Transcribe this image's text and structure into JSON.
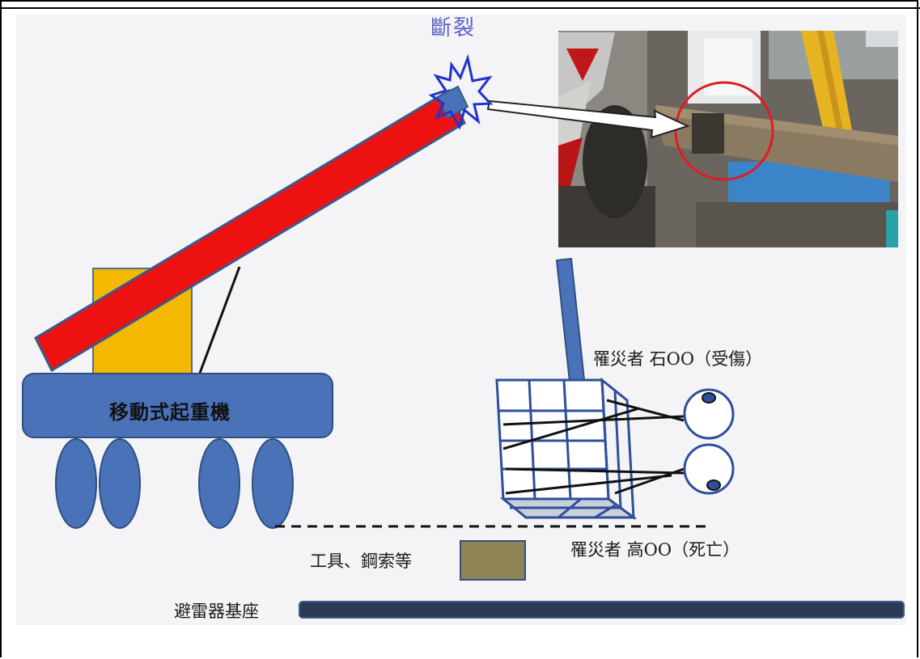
{
  "labels": {
    "fracture": "斷裂",
    "crane": "移動式起重機",
    "victim_injured": "罹災者 石OO（受傷）",
    "victim_deceased": "罹災者 高OO（死亡）",
    "tools_cables": "工具、鋼索等",
    "lightning_rod_base": "避雷器基座"
  },
  "colors": {
    "boom": "#ee1111",
    "crane_body": "#4a72b8",
    "cab": "#f5b800",
    "outline": "#2f4f7f",
    "fracture_star": "#2233cc",
    "highlight_circle": "#e11b22",
    "tools_box": "#8f8456",
    "base_bar": "#2a3a55"
  }
}
